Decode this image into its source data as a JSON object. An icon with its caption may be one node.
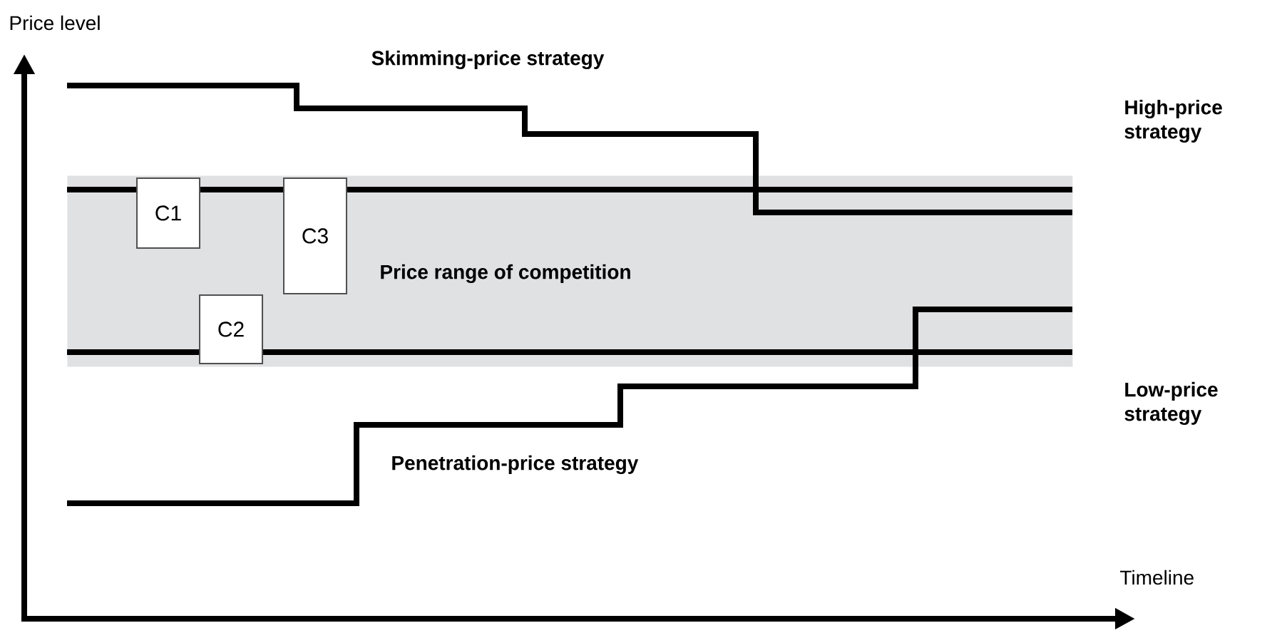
{
  "diagram": {
    "nodes": [
      {
        "text": [
          "Price range of competition"
        ]
      },
      {
        "text": [
          "C1"
        ],
        "in": 0
      },
      {
        "text": [
          "C2"
        ],
        "in": 0
      },
      {
        "text": [
          "C3"
        ],
        "in": 0
      }
    ],
    "labels": [
      "Price level",
      "Skimming-price strategy",
      "High-price strategy",
      "Low-price strategy",
      "Penetration-price strategy",
      "Timeline"
    ]
  }
}
